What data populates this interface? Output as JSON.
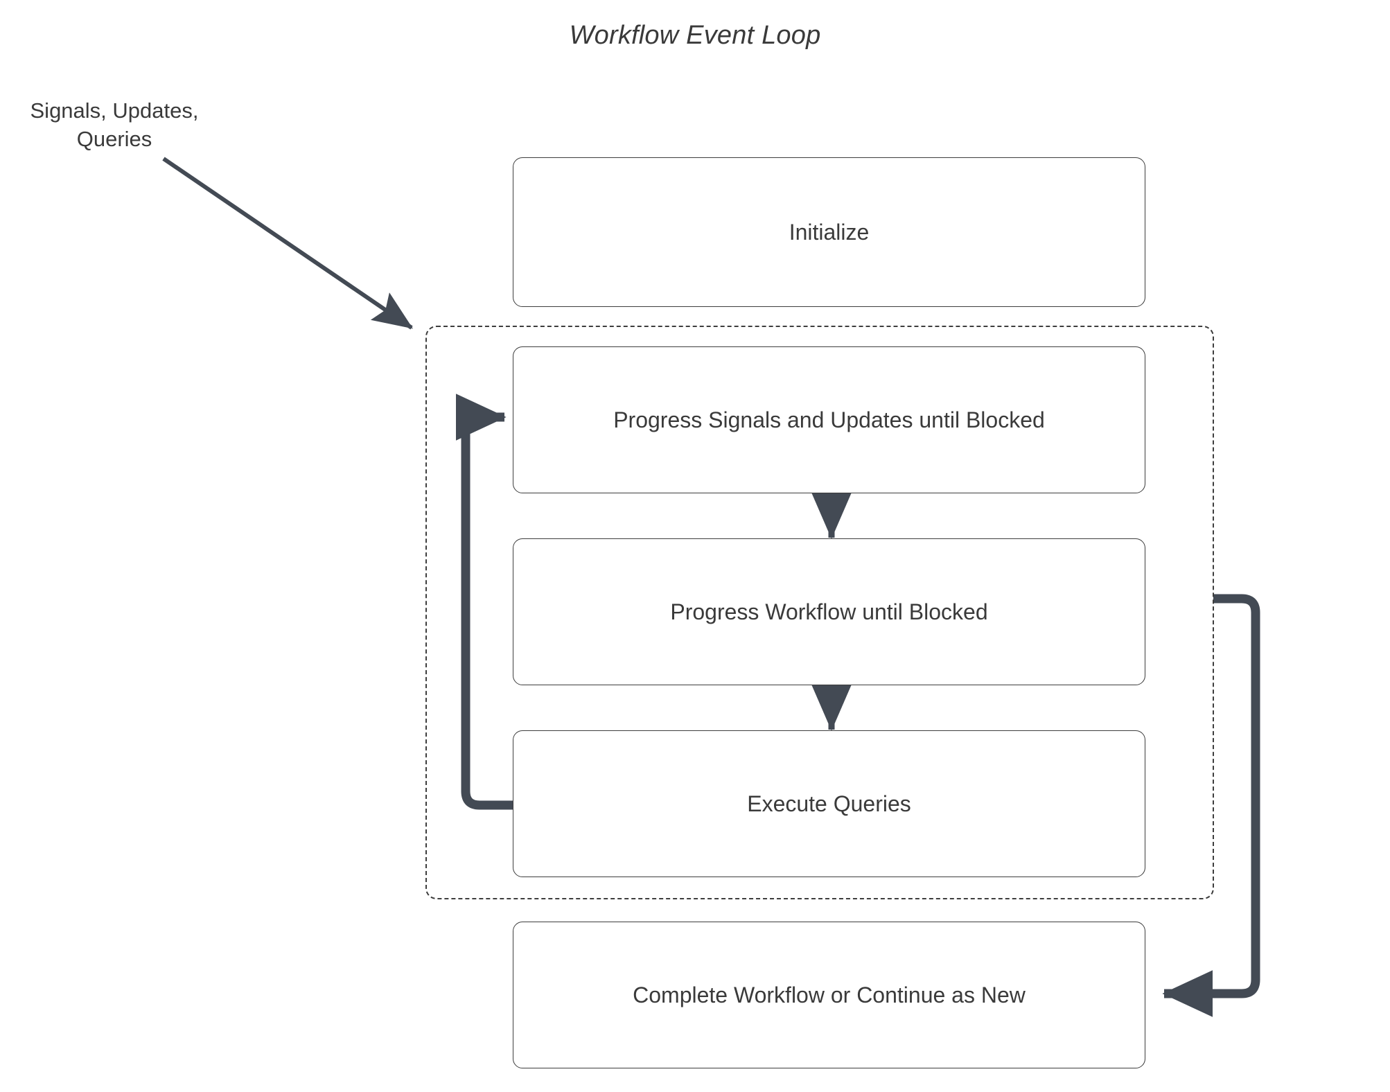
{
  "diagram": {
    "title": "Workflow Event Loop",
    "type": "flowchart",
    "background_color": "#ffffff",
    "line_color": "#3d3d3d",
    "thick_line_color": "#434a54",
    "text_color": "#3a3a3a",
    "external_label": "Signals, Updates,\nQueries",
    "loop_container": {
      "name": "event-loop-group",
      "border_style": "dashed"
    },
    "nodes": [
      {
        "id": "initialize",
        "label": "Initialize",
        "inside_loop": false
      },
      {
        "id": "progress-signals",
        "label": "Progress Signals and Updates until Blocked",
        "inside_loop": true
      },
      {
        "id": "progress-workflow",
        "label": "Progress Workflow until Blocked",
        "inside_loop": true
      },
      {
        "id": "execute-queries",
        "label": "Execute Queries",
        "inside_loop": true
      },
      {
        "id": "complete-workflow",
        "label": "Complete Workflow or Continue as New",
        "inside_loop": false
      }
    ],
    "edges": [
      {
        "id": "signals-to-loop",
        "from": "Signals, Updates, Queries",
        "to": "event-loop-group",
        "style": "thin-diagonal-arrow"
      },
      {
        "id": "signals-to-workflow",
        "from": "progress-signals",
        "to": "progress-workflow",
        "style": "thin-down-arrow"
      },
      {
        "id": "workflow-to-queries",
        "from": "progress-workflow",
        "to": "execute-queries",
        "style": "thin-down-arrow"
      },
      {
        "id": "queries-back-to-signals",
        "from": "execute-queries",
        "to": "progress-signals",
        "style": "thick-left-loop-arrow"
      },
      {
        "id": "loop-to-complete",
        "from": "event-loop-group",
        "to": "complete-workflow",
        "style": "thick-right-loop-arrow"
      }
    ]
  }
}
